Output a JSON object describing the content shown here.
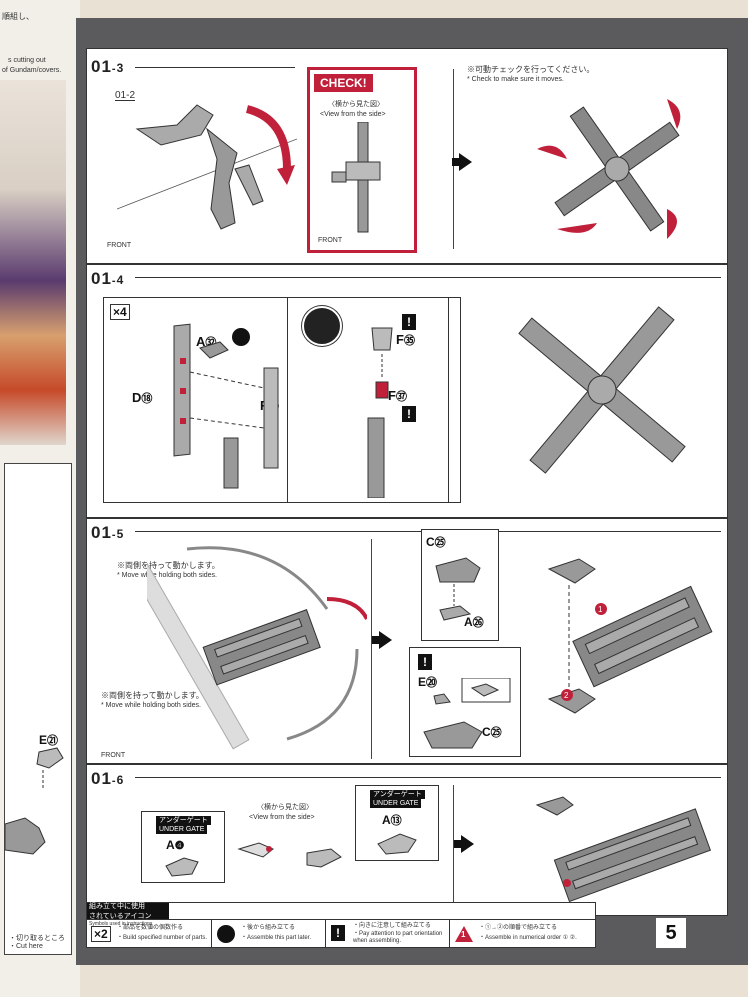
{
  "left_page": {
    "top_jp": "順組し、",
    "top_en1": "s cutting out",
    "top_en2": "of Gundam/covers.",
    "part_label": "E",
    "part_num": "㉑",
    "cut_jp": "・切り取るところ",
    "cut_en": "・Cut here"
  },
  "steps": {
    "s1": {
      "num": "01",
      "sub": "3",
      "ref": "01",
      "ref_sub": "2",
      "front": "FRONT"
    },
    "check": {
      "tag": "CHECK!",
      "jp": "〈横から見た図〉",
      "en": "<View from the side>",
      "front": "FRONT"
    },
    "s1_right": {
      "jp": "※可動チェックを行ってください。",
      "en": "* Check to make sure it moves."
    },
    "s2": {
      "num": "01",
      "sub": "4",
      "mult": "×4",
      "a": "A",
      "a_num": "㉜",
      "d": "D",
      "d_num": "⑱",
      "f1": "F",
      "f1_num": "㉜",
      "f2": "F",
      "f2_num": "㉟",
      "f3": "F",
      "f3_num": "㊲"
    },
    "s3": {
      "num": "01",
      "sub": "5",
      "jp1": "※両側を持って動かします。",
      "en1": "* Move while holding both sides.",
      "jp2": "※両側を持って動かします。",
      "en2": "* Move while holding both sides.",
      "front": "FRONT",
      "c1": "C",
      "c1_num": "㉕",
      "a": "A",
      "a_num": "㉖",
      "e": "E",
      "e_num": "⑳",
      "c2": "C",
      "c2_num": "㉕",
      "n1": "1",
      "n2": "2"
    },
    "s4": {
      "num": "01",
      "sub": "6",
      "ug1": "アンダーゲート",
      "ug1_en": "UNDER GATE",
      "a1": "A",
      "a1_num": "❹",
      "jp": "〈横から見た図〉",
      "en": "<View from the side>",
      "ug2": "アンダーゲート",
      "ug2_en": "UNDER GATE",
      "a2": "A",
      "a2_num": "⑬"
    }
  },
  "footer": {
    "title_jp1": "組み立て中に使用",
    "title_jp2": "されているアイコン",
    "title_en": "Symbols used in instructions",
    "i1_icon": "×2",
    "i1_jp": "・部品を数値の個数作る",
    "i1_en": "・Build specified number of parts.",
    "i2_jp": "・後から組み立てる",
    "i2_en": "・Assemble this part later.",
    "i3_icon": "!",
    "i3_jp": "・向きに注意して組み立てる",
    "i3_en": "・Pay attention to part orientation when assembling.",
    "i4_icon": "1",
    "i4_jp": "・①→②の順番で組み立てる",
    "i4_en": "・Assemble in numerical order ① ②."
  },
  "page_number": "5",
  "colors": {
    "accent": "#c0203a",
    "panel": "#5b5b5d",
    "paper": "#ffffff"
  }
}
